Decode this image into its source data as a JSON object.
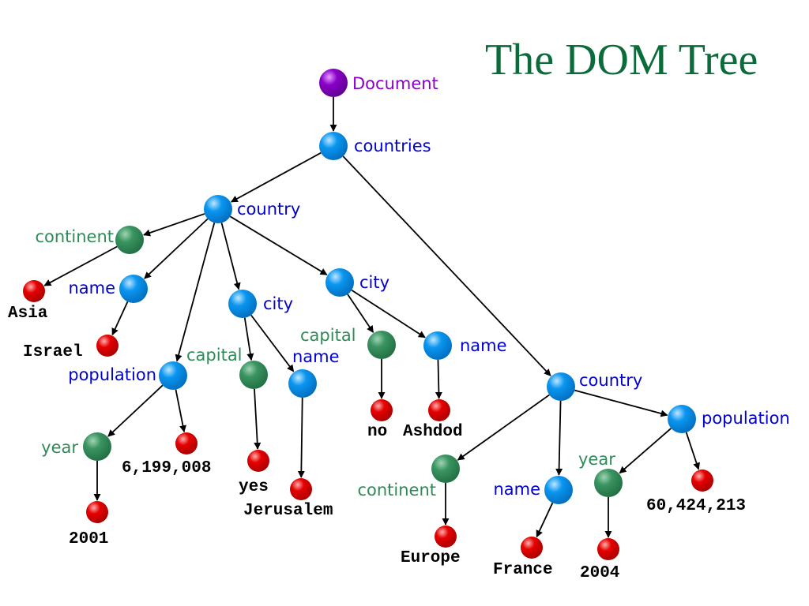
{
  "title": "The DOM Tree",
  "colors": {
    "document": "#8a00c8",
    "element": "#0a96f0",
    "attribute": "#2e8b57",
    "text": "#e60000",
    "element_label": "#0000d0",
    "attribute_label": "#2e8b57",
    "document_label": "#8a00c8",
    "text_label": "#000000",
    "title": "#0b6b3a"
  },
  "nodes": {
    "document": {
      "type": "document",
      "label": "Document"
    },
    "countries": {
      "type": "element",
      "label": "countries"
    },
    "country1": {
      "type": "element",
      "label": "country"
    },
    "continent1": {
      "type": "attribute",
      "label": "continent"
    },
    "asia": {
      "type": "text",
      "label": "Asia"
    },
    "name1": {
      "type": "element",
      "label": "name"
    },
    "israel": {
      "type": "text",
      "label": "Israel"
    },
    "population1": {
      "type": "element",
      "label": "population"
    },
    "year1": {
      "type": "attribute",
      "label": "year"
    },
    "val2001": {
      "type": "text",
      "label": "2001"
    },
    "pop1val": {
      "type": "text",
      "label": "6,199,008"
    },
    "city1": {
      "type": "element",
      "label": "city"
    },
    "capital1": {
      "type": "attribute",
      "label": "capital"
    },
    "yes": {
      "type": "text",
      "label": "yes"
    },
    "name2": {
      "type": "element",
      "label": "name"
    },
    "jerusalem": {
      "type": "text",
      "label": "Jerusalem"
    },
    "city2": {
      "type": "element",
      "label": "city"
    },
    "capital2": {
      "type": "attribute",
      "label": "capital"
    },
    "no": {
      "type": "text",
      "label": "no"
    },
    "name3": {
      "type": "element",
      "label": "name"
    },
    "ashdod": {
      "type": "text",
      "label": "Ashdod"
    },
    "country2": {
      "type": "element",
      "label": "country"
    },
    "continent2": {
      "type": "attribute",
      "label": "continent"
    },
    "europe": {
      "type": "text",
      "label": "Europe"
    },
    "name4": {
      "type": "element",
      "label": "name"
    },
    "france": {
      "type": "text",
      "label": "France"
    },
    "population2": {
      "type": "element",
      "label": "population"
    },
    "year2": {
      "type": "attribute",
      "label": "year"
    },
    "val2004": {
      "type": "text",
      "label": "2004"
    },
    "pop2val": {
      "type": "text",
      "label": "60,424,213"
    }
  },
  "edges": [
    [
      "document",
      "countries"
    ],
    [
      "countries",
      "country1"
    ],
    [
      "countries",
      "country2"
    ],
    [
      "country1",
      "continent1"
    ],
    [
      "continent1",
      "asia"
    ],
    [
      "country1",
      "name1"
    ],
    [
      "name1",
      "israel"
    ],
    [
      "country1",
      "population1"
    ],
    [
      "population1",
      "year1"
    ],
    [
      "year1",
      "val2001"
    ],
    [
      "population1",
      "pop1val"
    ],
    [
      "country1",
      "city1"
    ],
    [
      "city1",
      "capital1"
    ],
    [
      "capital1",
      "yes"
    ],
    [
      "city1",
      "name2"
    ],
    [
      "name2",
      "jerusalem"
    ],
    [
      "country1",
      "city2"
    ],
    [
      "city2",
      "capital2"
    ],
    [
      "capital2",
      "no"
    ],
    [
      "city2",
      "name3"
    ],
    [
      "name3",
      "ashdod"
    ],
    [
      "country2",
      "continent2"
    ],
    [
      "continent2",
      "europe"
    ],
    [
      "country2",
      "name4"
    ],
    [
      "name4",
      "france"
    ],
    [
      "country2",
      "population2"
    ],
    [
      "population2",
      "year2"
    ],
    [
      "year2",
      "val2004"
    ],
    [
      "population2",
      "pop2val"
    ]
  ]
}
